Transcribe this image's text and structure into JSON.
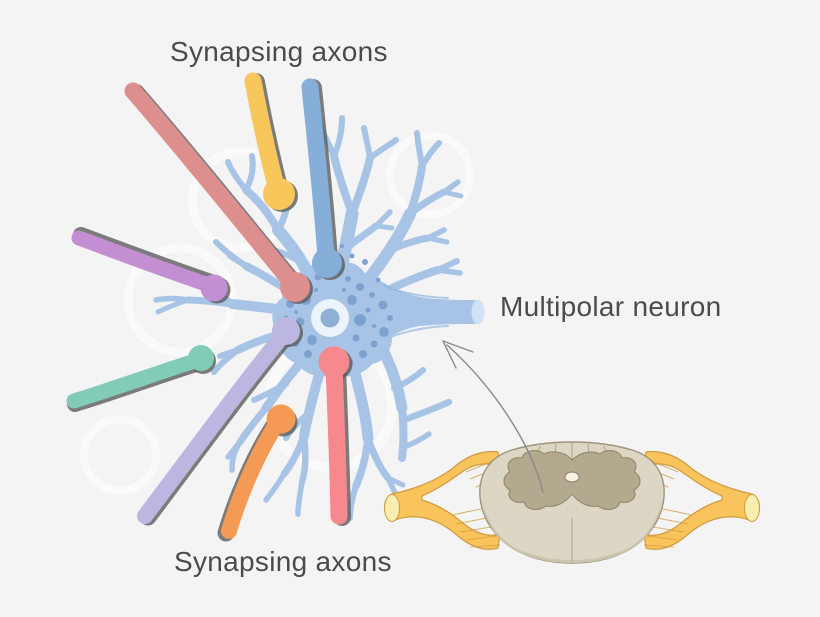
{
  "title": "Multipolar neuron with synapsing axons diagram",
  "labels": {
    "synapsing_axons_top": "Synapsing axons",
    "multipolar_neuron": "Multipolar neuron",
    "synapsing_axons_bottom": "Synapsing axons"
  },
  "palette": {
    "bg": "#f4f4f4",
    "text": "#4b4b4b",
    "dendrite": "#a7c4e6",
    "soma": "#a7c4e6",
    "soma-speckle": "#7da2d0",
    "nucleus-outer": "#ecf3fb",
    "nucleus-inner": "#8fafd6",
    "axon-cap": "#cfe2f8",
    "axon-shade": "#8cb0da",
    "shadow": "#5c5c5c",
    "arrow": "#8a8a8a",
    "nerve-yellow": "#f9c45c",
    "nerve-outline": "#d19b3f",
    "nerve-tip": "#f8eeb0",
    "cord-body": "#dcd6c5",
    "cord-shade": "#cbc3ad",
    "cord-outline": "#a0947a",
    "gray-matter": "#b3a98f",
    "gray-matter-outline": "#8f8468",
    "canal": "#f6f1e4"
  },
  "axons": [
    {
      "name": "rose",
      "color": "#dd8f8e"
    },
    {
      "name": "yellow",
      "color": "#f8c75c"
    },
    {
      "name": "blue",
      "color": "#85aed8"
    },
    {
      "name": "orchid",
      "color": "#c48fd2"
    },
    {
      "name": "teal",
      "color": "#82cbb6"
    },
    {
      "name": "lavender",
      "color": "#bcb7e0"
    },
    {
      "name": "orange",
      "color": "#f59a55"
    },
    {
      "name": "pink",
      "color": "#f7898e"
    }
  ]
}
